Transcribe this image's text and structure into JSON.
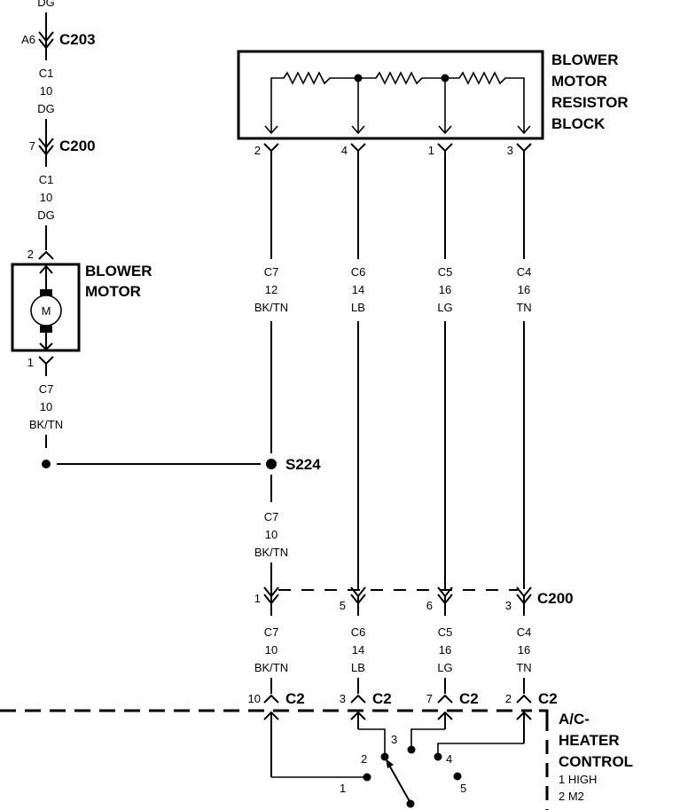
{
  "diagram": {
    "top_wire_partial_label": "DG",
    "connectors": {
      "c203_top": {
        "name": "C203",
        "pin": "A6"
      },
      "c200_top": {
        "name": "C200",
        "pin": "7"
      },
      "c200_mid": {
        "name": "C200",
        "pins": [
          "1",
          "5",
          "6",
          "3"
        ]
      },
      "c2": {
        "name": "C2",
        "pins": [
          "10",
          "3",
          "7",
          "2"
        ]
      }
    },
    "left_wires": [
      {
        "circuit": "C1",
        "gauge": "10",
        "color": "DG"
      },
      {
        "circuit": "C1",
        "gauge": "10",
        "color": "DG"
      },
      {
        "circuit": "C7",
        "gauge": "10",
        "color": "BK/TN"
      }
    ],
    "blower_motor": {
      "title_line1": "BLOWER",
      "title_line2": "MOTOR",
      "symbol": "M",
      "pin_top": "2",
      "pin_bottom": "1"
    },
    "resistor_block": {
      "title_lines": [
        "BLOWER",
        "MOTOR",
        "RESISTOR",
        "BLOCK"
      ],
      "pins": [
        "2",
        "4",
        "1",
        "3"
      ]
    },
    "upper_wires": [
      {
        "circuit": "C7",
        "gauge": "12",
        "color": "BK/TN"
      },
      {
        "circuit": "C6",
        "gauge": "14",
        "color": "LB"
      },
      {
        "circuit": "C5",
        "gauge": "16",
        "color": "LG"
      },
      {
        "circuit": "C4",
        "gauge": "16",
        "color": "TN"
      }
    ],
    "splice": {
      "name": "S224"
    },
    "splice_wire": {
      "circuit": "C7",
      "gauge": "10",
      "color": "BK/TN"
    },
    "lower_wires": [
      {
        "circuit": "C7",
        "gauge": "10",
        "color": "BK/TN"
      },
      {
        "circuit": "C6",
        "gauge": "14",
        "color": "LB"
      },
      {
        "circuit": "C5",
        "gauge": "16",
        "color": "LG"
      },
      {
        "circuit": "C4",
        "gauge": "16",
        "color": "TN"
      }
    ],
    "control": {
      "title_lines": [
        "A/C-",
        "HEATER",
        "CONTROL"
      ],
      "legend": [
        "1 HIGH",
        "2 M2"
      ],
      "switch_positions": [
        "1",
        "2",
        "3",
        "4",
        "5"
      ]
    }
  }
}
